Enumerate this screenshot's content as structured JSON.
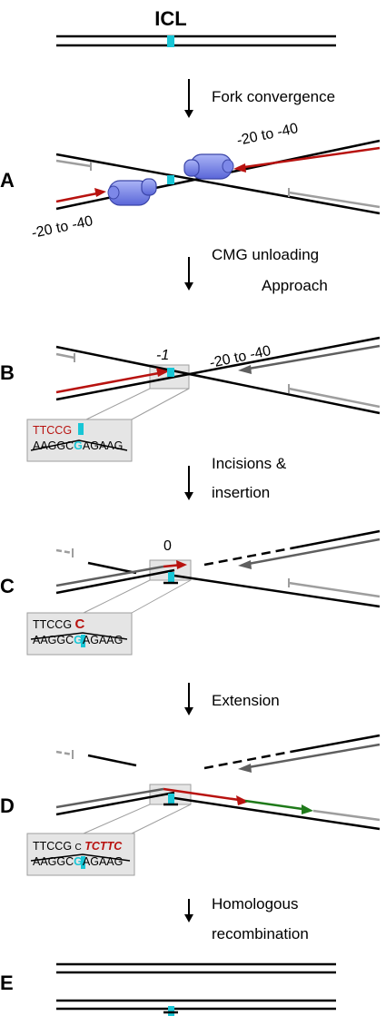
{
  "title": "ICL",
  "colors": {
    "black": "#000000",
    "red": "#b8120f",
    "grey": "#5f5f5f",
    "lightgrey": "#9e9e9e",
    "green": "#1f7a1a",
    "cyan": "#18c6d6",
    "cmg": "#6672df",
    "box": "#e5e5e5"
  },
  "steps": {
    "fork_convergence": "Fork convergence",
    "cmg_unloading": "CMG unloading",
    "approach": "Approach",
    "incisions": "Incisions &",
    "insertion": "insertion",
    "extension": "Extension",
    "homologous": "Homologous",
    "recombination": "recombination"
  },
  "panels": {
    "A": {
      "label": "A",
      "pos_top": "-20 to -40",
      "pos_bottom": "-20 to -40"
    },
    "B": {
      "label": "B",
      "pos_minus1": "-1",
      "pos_range": "-20 to -40",
      "inset_top": "TTCCG",
      "inset_bottom_left": "AAGGC",
      "inset_bottom_g": "G",
      "inset_bottom_right": "AGAAG"
    },
    "C": {
      "label": "C",
      "pos_zero": "0",
      "inset_top_black": "TTCCG",
      "inset_top_red": "C",
      "inset_bottom_left": "AAGGC",
      "inset_bottom_g": "G",
      "inset_bottom_right": "AGAAG"
    },
    "D": {
      "label": "D",
      "inset_top_black": "TTCCG",
      "inset_top_c": "C",
      "inset_top_red": "TCTTC",
      "inset_bottom_left": "AAGGC",
      "inset_bottom_g": "G",
      "inset_bottom_right": "AGAAG"
    },
    "E": {
      "label": "E"
    }
  }
}
